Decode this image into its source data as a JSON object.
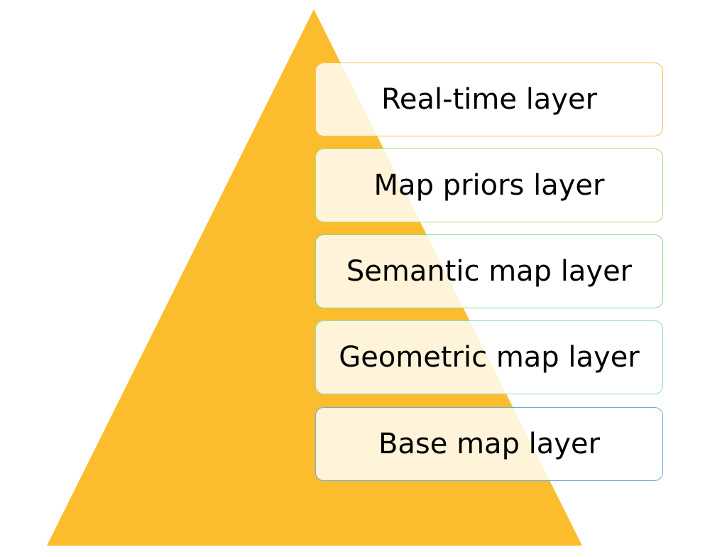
{
  "diagram": {
    "pyramid_color": "#FBBD2E",
    "layers": [
      {
        "label": "Real-time layer",
        "border_color": "#F5C24A"
      },
      {
        "label": "Map priors layer",
        "border_color": "#A8E07A"
      },
      {
        "label": "Semantic map layer",
        "border_color": "#7ED98A"
      },
      {
        "label": "Geometric map layer",
        "border_color": "#8DDCC8"
      },
      {
        "label": "Base map layer",
        "border_color": "#6FA8DC"
      }
    ]
  }
}
